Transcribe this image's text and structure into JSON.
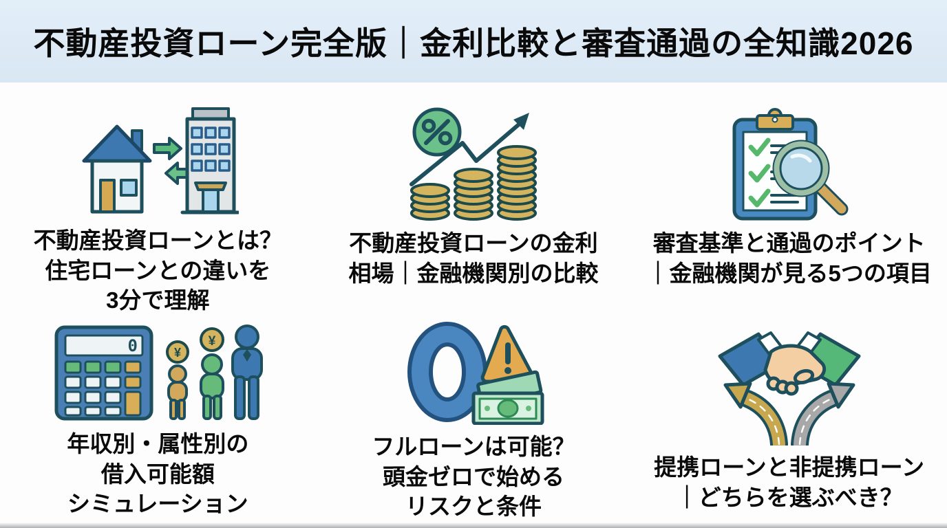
{
  "header": {
    "title": "不動産投資ローン完全版｜金利比較と審査通過の全知識2026"
  },
  "topics": [
    {
      "icon": "house-building-exchange-icon",
      "lines": [
        "不動産投資ローンとは？",
        "住宅ローンとの違いを",
        "3分で理解"
      ]
    },
    {
      "icon": "percent-rising-arrow-coins-icon",
      "lines": [
        "不動産投資ローンの金利",
        "相場｜金融機関別の比較"
      ]
    },
    {
      "icon": "checklist-magnifier-icon",
      "lines": [
        "審査基準と通過のポイント",
        "｜金融機関が見る5つの項目"
      ]
    },
    {
      "icon": "calculator-people-yen-icon",
      "lines": [
        "年収別・属性別の",
        "借入可能額",
        "シミュレーション"
      ]
    },
    {
      "icon": "zero-warning-banknote-icon",
      "lines": [
        "フルローンは可能？",
        "頭金ゼロで始める",
        "リスクと条件"
      ]
    },
    {
      "icon": "handshake-diverging-roads-icon",
      "lines": [
        "提携ローンと非提携ローン",
        "｜どちらを選ぶべき？"
      ]
    }
  ],
  "icon_text": {
    "calculator_display": "0",
    "yen": "¥"
  },
  "colors": {
    "header_bg": "#dce8f5",
    "background": "#fdfdfd",
    "text": "#0a0a0a",
    "outline_teal": "#1d4f5c",
    "blue": "#3e78b0",
    "light_blue": "#a9d6ec",
    "green": "#5cb97c",
    "green_dark": "#2e8a55",
    "gold": "#d4af5e",
    "grey": "#c9ced1",
    "skin": "#f5cfa4"
  }
}
